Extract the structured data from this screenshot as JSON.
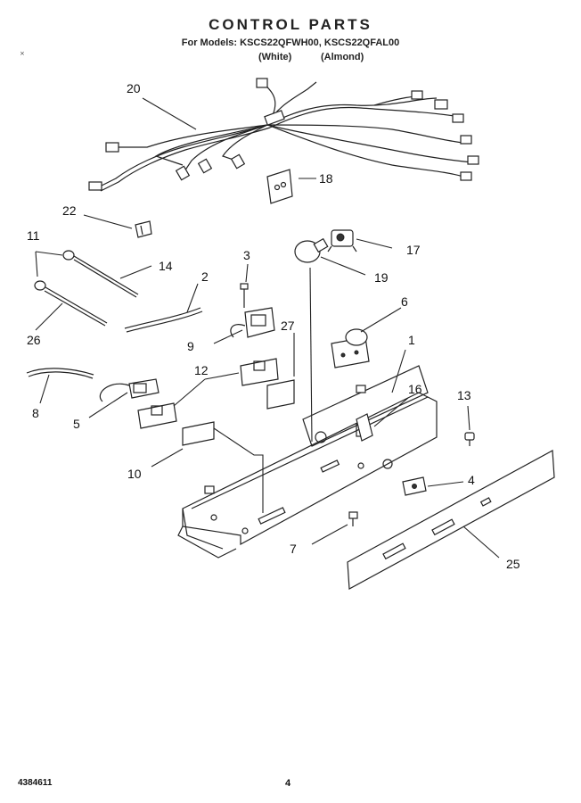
{
  "header": {
    "title": "CONTROL PARTS",
    "models": "For Models: KSCS22QFWH00, KSCS22QFAL00",
    "color_white": "(White)",
    "color_almond": "(Almond)"
  },
  "callouts": {
    "c1": "1",
    "c2": "2",
    "c3": "3",
    "c4": "4",
    "c5": "5",
    "c6": "6",
    "c7": "7",
    "c8": "8",
    "c9": "9",
    "c10": "10",
    "c11": "11",
    "c12": "12",
    "c13": "13",
    "c14": "14",
    "c16": "16",
    "c17": "17",
    "c18": "18",
    "c19": "19",
    "c20": "20",
    "c22": "22",
    "c25": "25",
    "c26": "26",
    "c27": "27"
  },
  "footer": {
    "doc_number": "4384611",
    "page_number": "4"
  }
}
